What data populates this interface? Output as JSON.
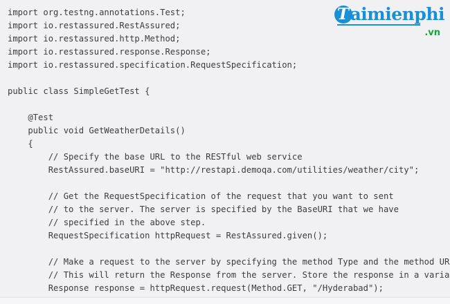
{
  "app": {
    "background_color": "#f1f1f3",
    "text_color": "#3c3c3c"
  },
  "watermark": {
    "mark_letter": "T",
    "word": "aimienphi",
    "tld": ".vn",
    "brand_color": "#1a8fd4",
    "tld_color": "#19a437"
  },
  "code": {
    "language": "java",
    "lines": [
      "import org.testng.annotations.Test;",
      "import io.restassured.RestAssured;",
      "import io.restassured.http.Method;",
      "import io.restassured.response.Response;",
      "import io.restassured.specification.RequestSpecification;",
      "",
      "public class SimpleGetTest {",
      "",
      "    @Test",
      "    public void GetWeatherDetails()",
      "    {",
      "        // Specify the base URL to the RESTful web service",
      "        RestAssured.baseURI = \"http://restapi.demoqa.com/utilities/weather/city\";",
      "",
      "        // Get the RequestSpecification of the request that you want to sent",
      "        // to the server. The server is specified by the BaseURI that we have",
      "        // specified in the above step.",
      "        RequestSpecification httpRequest = RestAssured.given();",
      "",
      "        // Make a request to the server by specifying the method Type and the method URL.",
      "        // This will return the Response from the server. Store the response in a variable.",
      "        Response response = httpRequest.request(Method.GET, \"/Hyderabad\");"
    ]
  }
}
